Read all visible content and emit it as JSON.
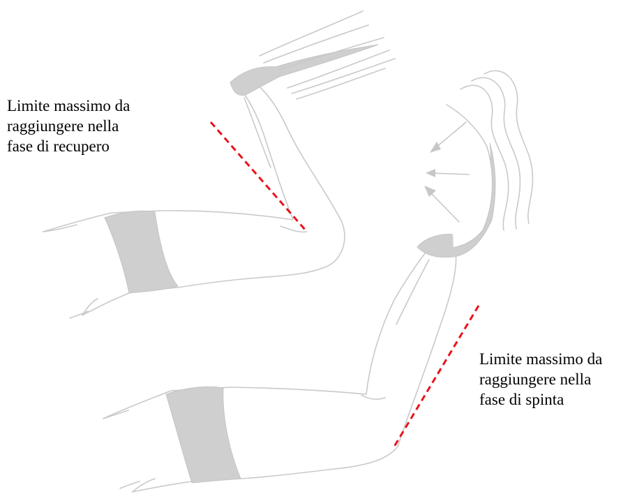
{
  "annotations": {
    "recovery_limit": {
      "lines": [
        "Limite massimo da",
        "raggiungere nella",
        "fase di recupero"
      ]
    },
    "push_limit": {
      "lines": [
        "Limite massimo da",
        "raggiungere nella",
        "fase di spinta"
      ]
    }
  },
  "colors": {
    "limit_line": "#e8141b",
    "band": "#cfcfcf",
    "outline": "#c9c9c9",
    "text": "#000000"
  }
}
